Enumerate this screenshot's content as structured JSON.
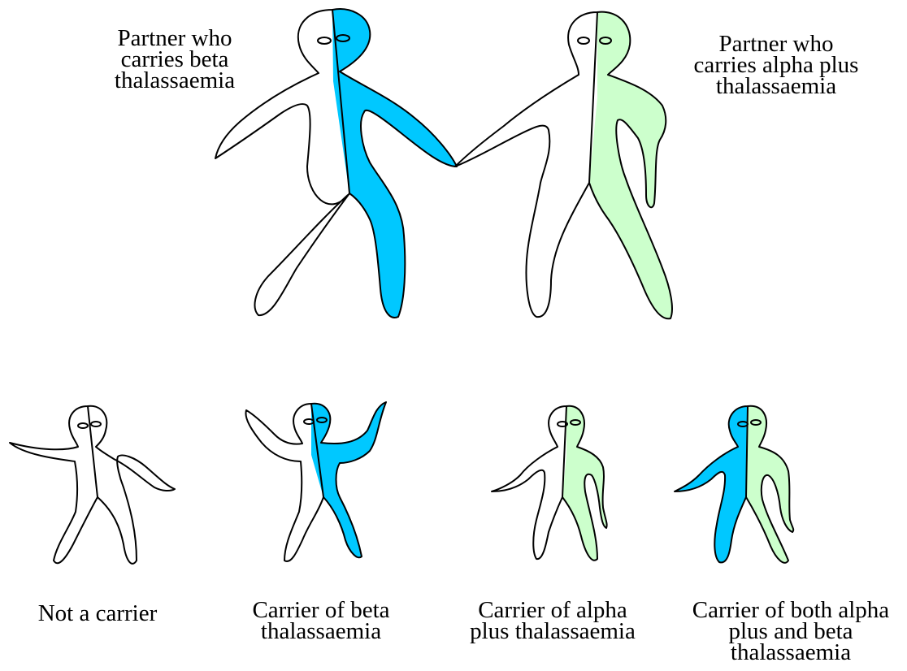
{
  "colors": {
    "beta": "#00c8ff",
    "alpha": "#ccffcc",
    "none": "#ffffff",
    "outline": "#000000"
  },
  "partners": {
    "left": {
      "label_lines": [
        "Partner who",
        "carries beta",
        "thalassaemia"
      ],
      "left_half": "none",
      "right_half": "beta"
    },
    "right": {
      "label_lines": [
        "Partner who",
        "carries alpha plus",
        "thalassaemia"
      ],
      "left_half": "none",
      "right_half": "alpha"
    }
  },
  "children": [
    {
      "label_lines": [
        "Not a carrier"
      ],
      "left_half": "none",
      "right_half": "none"
    },
    {
      "label_lines": [
        "Carrier of beta",
        "thalassaemia"
      ],
      "left_half": "none",
      "right_half": "beta"
    },
    {
      "label_lines": [
        "Carrier of alpha",
        "plus thalassaemia"
      ],
      "left_half": "none",
      "right_half": "alpha"
    },
    {
      "label_lines": [
        "Carrier of both alpha",
        "plus and beta",
        "thalassaemia"
      ],
      "left_half": "beta",
      "right_half": "alpha"
    }
  ]
}
